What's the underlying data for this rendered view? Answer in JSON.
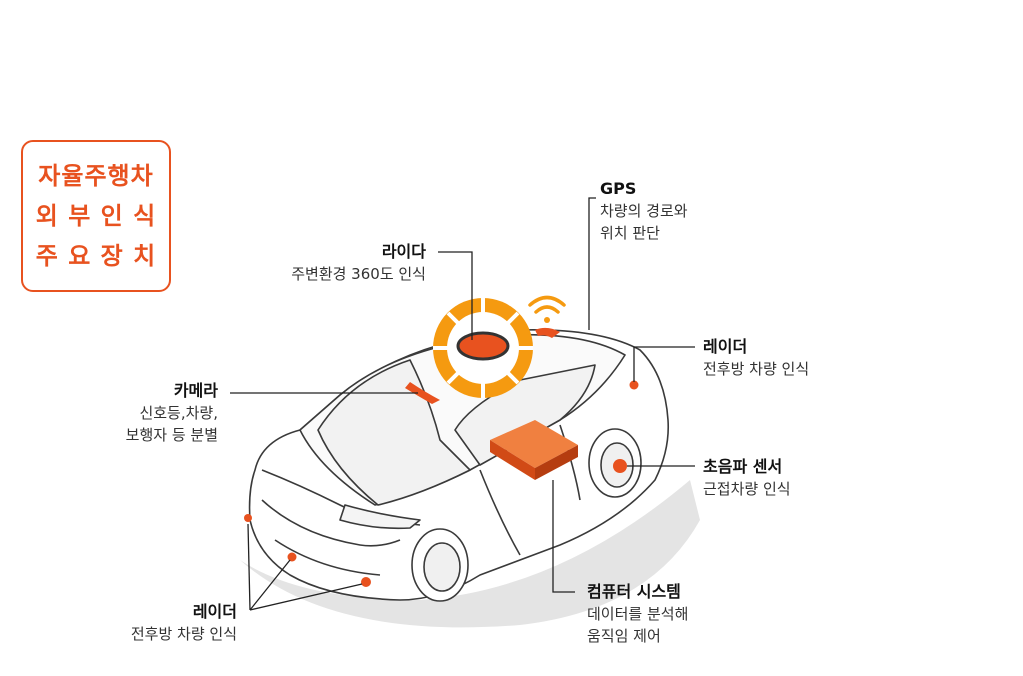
{
  "title": {
    "lines": [
      "자율주행차",
      "외 부 인 식",
      "주 요 장 치"
    ]
  },
  "components": {
    "lidar": {
      "name": "라이다",
      "desc": [
        "주변환경 360도 인식"
      ]
    },
    "gps": {
      "name": "GPS",
      "desc": [
        "차량의 경로와",
        "위치 판단"
      ]
    },
    "radar_top": {
      "name": "레이더",
      "desc": [
        "전후방 차량 인식"
      ]
    },
    "camera": {
      "name": "카메라",
      "desc": [
        "신호등,차량,",
        "보행자 등 분별"
      ]
    },
    "ultrasonic": {
      "name": "초음파 센서",
      "desc": [
        "근접차량 인식"
      ]
    },
    "computer": {
      "name": "컴퓨터 시스템",
      "desc": [
        "데이터를 분석해",
        "움직임 제어"
      ]
    },
    "radar_bottom": {
      "name": "레이더",
      "desc": [
        "전후방 차량 인식"
      ]
    }
  },
  "colors": {
    "accent": "#e8521f",
    "lidar_ring": "#f59a10",
    "line": "#222222"
  }
}
